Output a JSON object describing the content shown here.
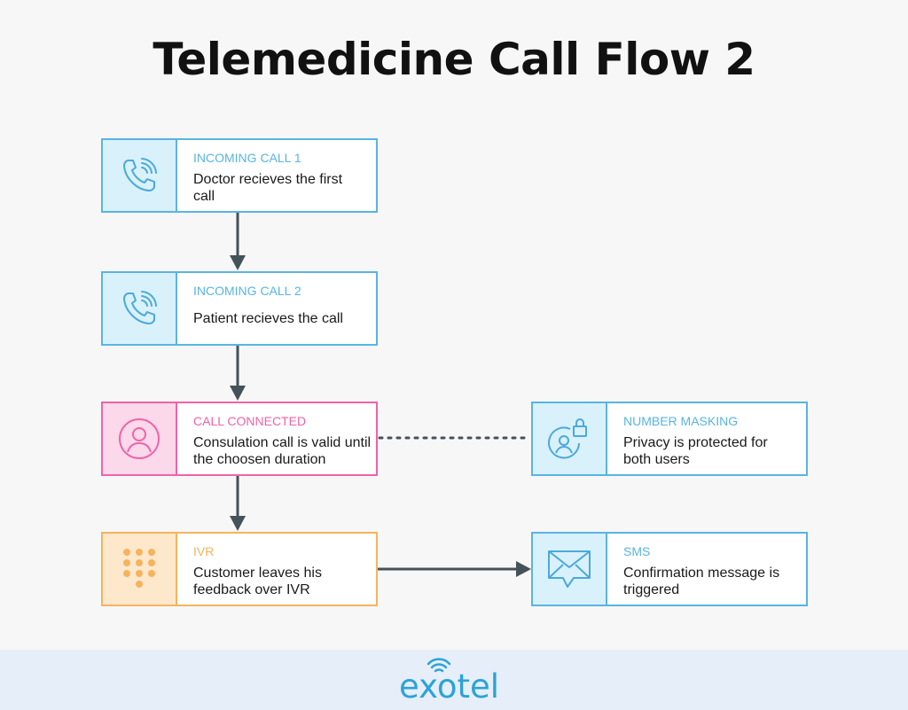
{
  "title": "Telemedicine Call Flow 2",
  "colors": {
    "blue": "#58b4e4",
    "pink": "#ef63aa",
    "orange": "#f6b35e",
    "connector": "#44525a"
  },
  "nodes": {
    "incoming_call_1": {
      "label": "INCOMING CALL 1",
      "text": "Doctor recieves the first call",
      "icon": "phone-ringing-icon"
    },
    "incoming_call_2": {
      "label": "INCOMING CALL 2",
      "text": "Patient recieves the call",
      "icon": "phone-ringing-icon"
    },
    "call_connected": {
      "label": "CALL CONNECTED",
      "text": "Consulation call is valid until the choosen duration",
      "icon": "user-circle-icon"
    },
    "number_masking": {
      "label": "NUMBER MASKING",
      "text": "Privacy is protected for both users",
      "icon": "user-lock-icon"
    },
    "ivr": {
      "label": "IVR",
      "text": "Customer leaves his feedback over IVR",
      "icon": "keypad-icon"
    },
    "sms": {
      "label": "SMS",
      "text": "Confirmation message is triggered",
      "icon": "envelope-message-icon"
    }
  },
  "edges": [
    {
      "from": "incoming_call_1",
      "to": "incoming_call_2",
      "style": "arrow"
    },
    {
      "from": "incoming_call_2",
      "to": "call_connected",
      "style": "arrow"
    },
    {
      "from": "call_connected",
      "to": "ivr",
      "style": "arrow"
    },
    {
      "from": "call_connected",
      "to": "number_masking",
      "style": "dotted"
    },
    {
      "from": "ivr",
      "to": "sms",
      "style": "arrow"
    }
  ],
  "brand": {
    "logo_text": "exotel"
  }
}
